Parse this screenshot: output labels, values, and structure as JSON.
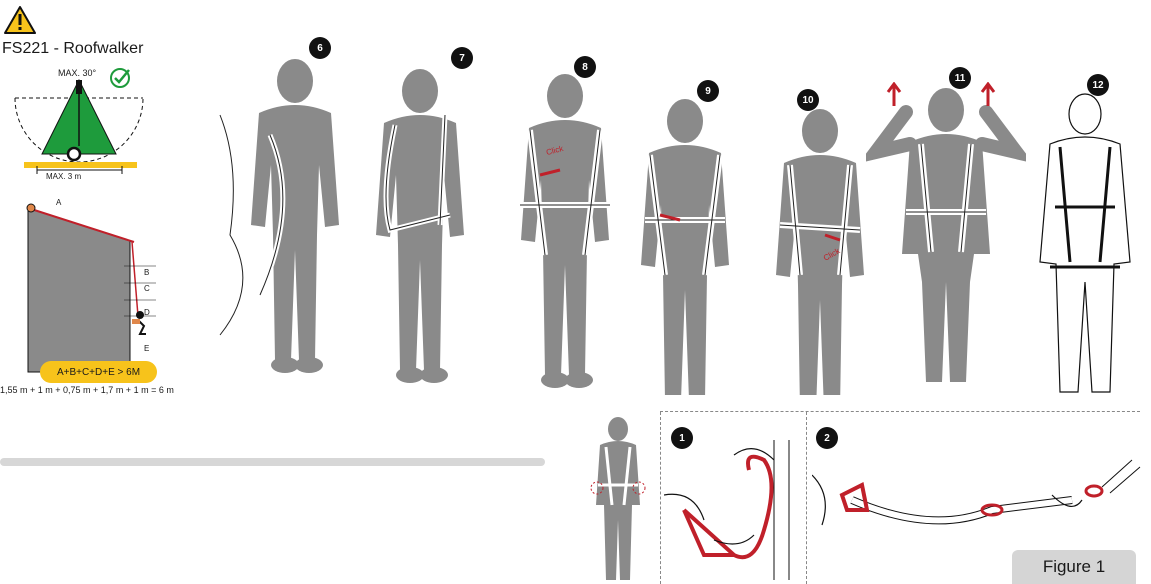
{
  "header": {
    "title": "FS221 - Roofwalker"
  },
  "roof_diagram": {
    "max_angle_label": "MAX. 30°",
    "max_distance_label": "MAX. 3 m",
    "labels": [
      "A",
      "B",
      "C",
      "D",
      "E"
    ],
    "clearance_rule": "A+B+C+D+E > 6M",
    "formula": "1,55 m + 1 m + 0,75 m + 1,7 m + 1 m = 6 m"
  },
  "steps": [
    "6",
    "7",
    "8",
    "9",
    "10",
    "11",
    "12",
    "1",
    "2"
  ],
  "click_label": "Click",
  "figure_label": "Figure 1",
  "colors": {
    "accent_yellow": "#f7c31b",
    "accent_green": "#1e9b3c",
    "accent_red": "#c0202a",
    "silhouette": "#8a8a8a"
  }
}
